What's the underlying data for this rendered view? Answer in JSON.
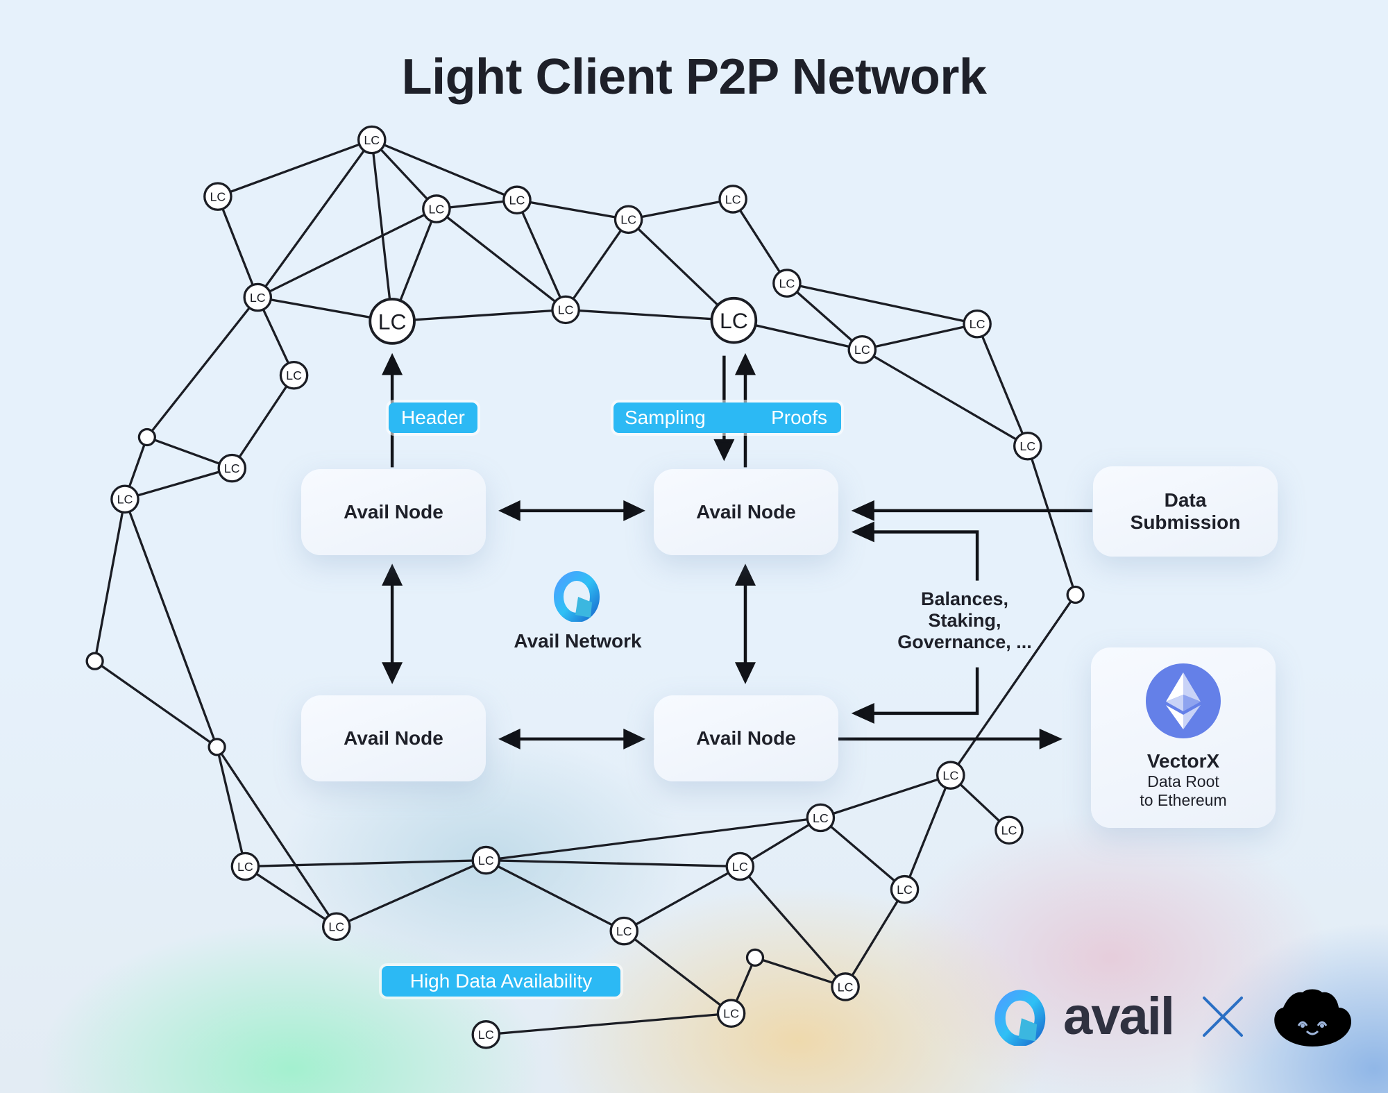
{
  "title": "Light Client P2P Network",
  "node_label": "LC",
  "avail_nodes": [
    {
      "label": "Avail Node"
    },
    {
      "label": "Avail Node"
    },
    {
      "label": "Avail Node"
    },
    {
      "label": "Avail Node"
    }
  ],
  "tags": {
    "header": "Header",
    "sampling": "Sampling",
    "proofs": "Proofs",
    "high_da": "High Data Availability"
  },
  "center": {
    "logo": "avail-network-logo",
    "label": "Avail Network"
  },
  "data_submission": {
    "line1": "Data",
    "line2": "Submission"
  },
  "side_note": {
    "line1": "Balances,",
    "line2": "Staking,",
    "line3": "Governance, ..."
  },
  "vectorx": {
    "icon": "ethereum-icon",
    "title": "VectorX",
    "line1": "Data Root",
    "line2": "to Ethereum"
  },
  "footer": {
    "brand": "avail",
    "cross": "×",
    "partner_icon": "cloud-face-logo"
  },
  "colors": {
    "tag_blue": "#2cb9f4",
    "ink": "#1e2029",
    "ethereum": "#6480e8",
    "brand_x": "#2a6fc4"
  }
}
